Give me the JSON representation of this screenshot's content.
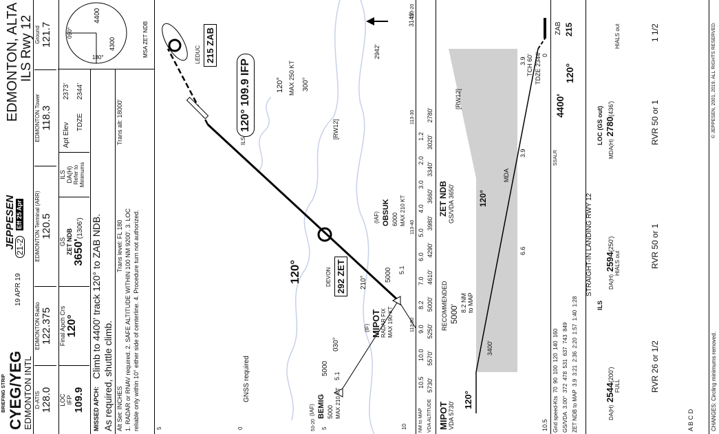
{
  "header": {
    "ident": "CYEG/YEG",
    "airport": "EDMONTON INTL",
    "date": "19 APR 19",
    "chart_no": "21-2",
    "effective": "Eff 25 Apr",
    "brand": "JEPPESEN",
    "city": "EDMONTON, ALTA",
    "procedure": "ILS Rwy 12",
    "strip_label": "BRIEFING STRIP",
    "tm": "TM"
  },
  "comms": [
    {
      "label": "D-ATIS",
      "freq": "128.0"
    },
    {
      "label": "EDMONTON Radio",
      "freq": "122.375"
    },
    {
      "label": "EDMONTON Terminal (ARR)",
      "freq": "120.5"
    },
    {
      "label": "EDMONTON Tower",
      "freq": "118.3"
    },
    {
      "label": "Ground",
      "freq": "121.7"
    }
  ],
  "briefing": {
    "loc_label": "LOC",
    "ifp_label": "IFP",
    "loc_freq": "109.9",
    "final_label": "Final Apch Crs",
    "final_crs": "120°",
    "gs_label": "GS",
    "gs_fix": "ZET NDB",
    "gs_alt": "3650'",
    "gs_hat": "(1306')",
    "ils_label": "ILS",
    "da_label": "DA(H)",
    "da_note": "Refer to Minimums",
    "apt_elev_label": "Apt Elev",
    "apt_elev": "2373'",
    "tdze_label": "TDZE",
    "tdze": "2344'",
    "missed_label": "MISSED APCH:",
    "missed_text": "Climb to 4400' track 120° to ZAB NDB.",
    "missed_text2": "As required, shuttle climb.",
    "alt_set": "Alt Set: INCHES",
    "trans_level": "Trans level: FL 180",
    "trans_alt": "Trans alt: 18000'",
    "notes1": "1. RADAR or RNAV required.  2. SAFE ALTITUDE WITHIN 100 NM 9200'. 3. LOC",
    "notes2": "reliable only within 10° either side of centerline. 4. Procedure turn not authorized."
  },
  "msa": {
    "label": "MSA ZET NDB",
    "alt": "4400",
    "alt2": "4300",
    "b1": "090°",
    "b2": "180°"
  },
  "plan": {
    "elev1": "3149'",
    "elev2": "2942'",
    "ils_id": "ILS",
    "ils_freq": "120° 109.9 IFP",
    "zab_name": "LEDUC",
    "zab_freq": "215 ZAB",
    "hold_crs": "120°",
    "hold_max": "MAX 250 KT",
    "hold_out": "300°",
    "rw12": "[RW12]",
    "obsuk_iaf": "(IAF)",
    "obsuk_name": "OBSUK",
    "obsuk_alt": "6000",
    "obsuk_spd": "MAX 210 KT",
    "obsuk_crs": "210°",
    "obsuk_alt2": "5000",
    "obsuk_dist": "5.1",
    "devon_name": "DEVON",
    "devon_freq": "292 ZET",
    "final_crs": "120°",
    "mipot_if": "(IF)",
    "mipot_name": "MIPOT",
    "mipot_l2": "RADAR FIX",
    "mipot_l3": "MAX 190 KT",
    "bemig_crs": "030°",
    "bemig_alt2": "5000",
    "bemig_dist": "5.1",
    "bemig_iaf": "(IAF)",
    "bemig_name": "BEMIG",
    "bemig_alt": "5000",
    "bemig_spd": "MAX 210 KT",
    "gnss": "GNSS required",
    "lat1": "53-20",
    "lon1": "113-50",
    "lon2": "113-40",
    "lon3": "113-30",
    "lon4": "113-20",
    "scale0": "0",
    "scale5": "5",
    "scale10": "10",
    "scale5b": "5"
  },
  "profile": {
    "nm_label": "NM to MAP",
    "vda_label": "VDA ALTITUDE",
    "nm": [
      "10.5",
      "10.0",
      "9.0",
      "8.2",
      "7.0",
      "6.0",
      "5.0",
      "4.0",
      "3.0",
      "2.0",
      "1.2"
    ],
    "alt": [
      "5730'",
      "5570'",
      "5250'",
      "5000'",
      "4610'",
      "4290'",
      "3980'",
      "3660'",
      "3340'",
      "3020'",
      "2780'"
    ],
    "mipot": "MIPOT",
    "mipot_vda": "VDA 5730'",
    "recommended": "RECOMMENDED",
    "rec_alt": "5000'",
    "crs_in": "120°",
    "dist": "8.2 NM",
    "to_map": "to MAP",
    "alt3400": "3400'",
    "d66": "6.6",
    "d39a": "3.9",
    "d39b": "3.9",
    "zet": "ZET NDB",
    "gs_vda": "GS/VDA 3650'",
    "crs2": "120°",
    "mda": "MDA",
    "rw12": "[RW12]",
    "tch": "TCH 60'",
    "tdze": "TDZE 2344'",
    "d0": "0",
    "d105": "10.5"
  },
  "gs_table": {
    "headers": [
      "Gnd speed-Kts",
      "70",
      "90",
      "100",
      "120",
      "140",
      "160"
    ],
    "gs_row": [
      "GS/VDA",
      "3.00°",
      "372",
      "478",
      "531",
      "637",
      "743",
      "849"
    ],
    "time_row": [
      "ZET NDB to MAP",
      "3.9",
      "3:21",
      "2:36",
      "2:20",
      "1:57",
      "1:40",
      "1:28"
    ]
  },
  "ssalr": "SSALR",
  "missed_icons": {
    "alt": "4400'",
    "crs": "120°",
    "fix": "ZAB",
    "freq": "215"
  },
  "minimums": {
    "title": "STRAIGHT-IN LANDING RWY 12",
    "ils": "ILS",
    "full": "FULL",
    "ils_da": "DA(H) 2544'(200')",
    "ils_da_label": "DA(H)",
    "ils_da_val": "2544",
    "ils_da_h": "(200')",
    "hials_out": "HIALS out",
    "gs_da_label": "DA(H)",
    "gs_da_val": "2594",
    "gs_da_h": "(250')",
    "loc_title": "LOC (GS out)",
    "mda_label": "MDA(H)",
    "mda_val": "2780",
    "mda_h": "(436')",
    "hials_out2": "HIALS out",
    "rvr1": "RVR 26 or 1/2",
    "rvr2": "RVR 50 or 1",
    "rvr3": "RVR 50 or 1",
    "vis4": "1 1/2",
    "cats": [
      "A",
      "B",
      "C",
      "D"
    ]
  },
  "footer": {
    "changes": "CHANGES: Circling minimums removed.",
    "copyright": "© JEPPESEN, 2001, 2019. ALL RIGHTS RESERVED."
  }
}
